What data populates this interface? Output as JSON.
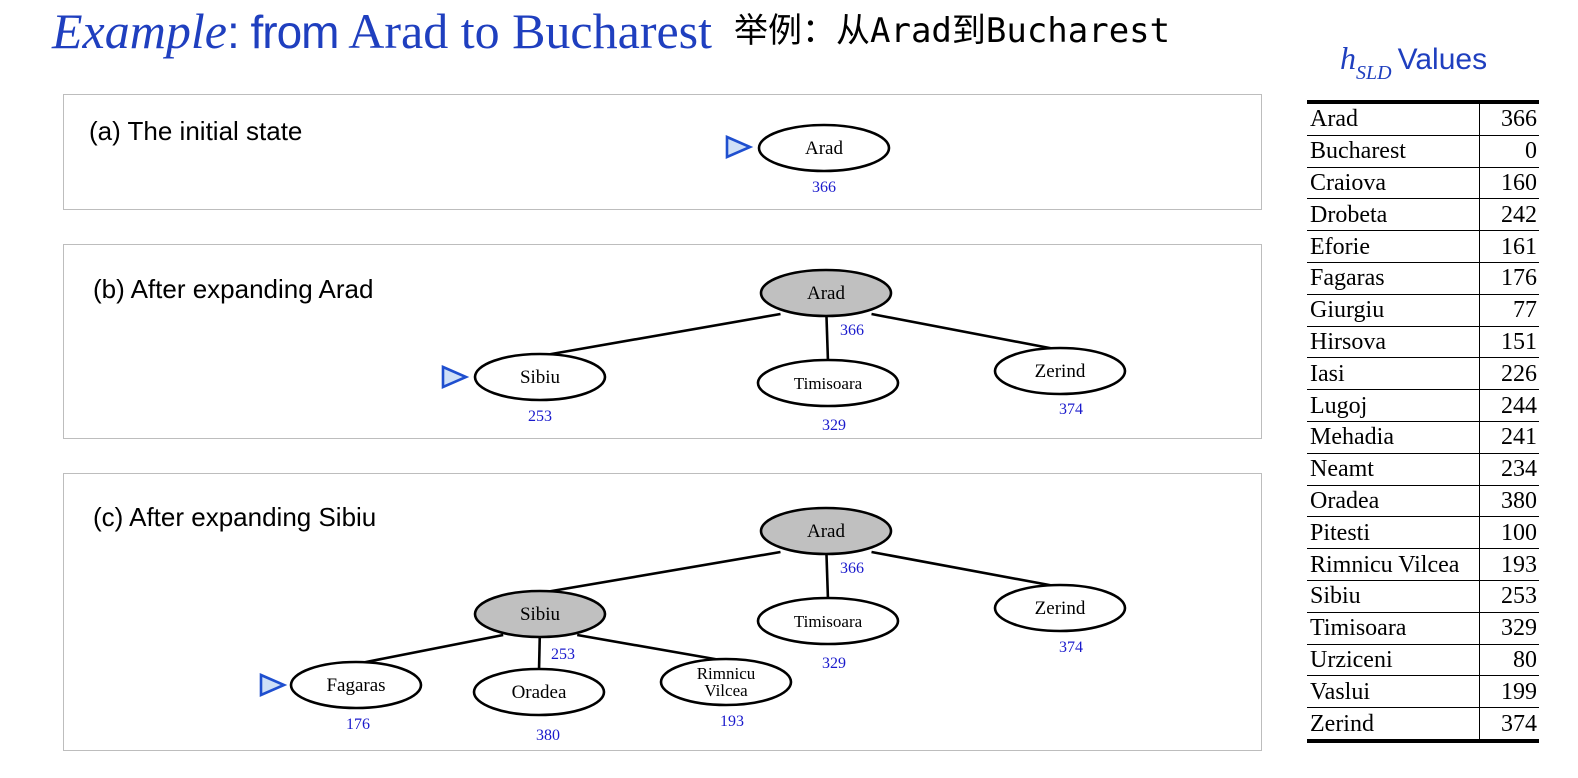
{
  "title": {
    "italic": "Example",
    "mid": ": from",
    "serif": " Arad to Bucharest",
    "cn": "举例：从Arad到Bucharest"
  },
  "panels": [
    {
      "label": "(a) The initial state"
    },
    {
      "label": "(b) After expanding Arad"
    },
    {
      "label": "(c) After expanding Sibiu"
    }
  ],
  "trees": {
    "a": {
      "nodes": [
        {
          "id": "arad",
          "name": "Arad",
          "h": "366",
          "expanded": false,
          "current": true
        }
      ],
      "edges": []
    },
    "b": {
      "nodes": [
        {
          "id": "arad",
          "name": "Arad",
          "h": "366",
          "expanded": true,
          "current": false
        },
        {
          "id": "sibiu",
          "name": "Sibiu",
          "h": "253",
          "expanded": false,
          "current": true
        },
        {
          "id": "timisoara",
          "name": "Timisoara",
          "h": "329",
          "expanded": false,
          "current": false
        },
        {
          "id": "zerind",
          "name": "Zerind",
          "h": "374",
          "expanded": false,
          "current": false
        }
      ],
      "edges": [
        [
          "arad",
          "sibiu"
        ],
        [
          "arad",
          "timisoara"
        ],
        [
          "arad",
          "zerind"
        ]
      ]
    },
    "c": {
      "nodes": [
        {
          "id": "arad",
          "name": "Arad",
          "h": "366",
          "expanded": true,
          "current": false
        },
        {
          "id": "sibiu",
          "name": "Sibiu",
          "h": "253",
          "expanded": true,
          "current": false
        },
        {
          "id": "timisoara",
          "name": "Timisoara",
          "h": "329",
          "expanded": false,
          "current": false
        },
        {
          "id": "zerind",
          "name": "Zerind",
          "h": "374",
          "expanded": false,
          "current": false
        },
        {
          "id": "fagaras",
          "name": "Fagaras",
          "h": "176",
          "expanded": false,
          "current": true
        },
        {
          "id": "oradea",
          "name": "Oradea",
          "h": "380",
          "expanded": false,
          "current": false
        },
        {
          "id": "rimnicu",
          "name": "Rimnicu Vilcea",
          "h": "193",
          "expanded": false,
          "current": false
        }
      ],
      "edges": [
        [
          "arad",
          "sibiu"
        ],
        [
          "arad",
          "timisoara"
        ],
        [
          "arad",
          "zerind"
        ],
        [
          "sibiu",
          "fagaras"
        ],
        [
          "sibiu",
          "oradea"
        ],
        [
          "sibiu",
          "rimnicu"
        ]
      ]
    }
  },
  "hsld": {
    "h": "h",
    "sub": "SLD",
    "label": "Values",
    "rows": [
      {
        "city": "Arad",
        "value": "366"
      },
      {
        "city": "Bucharest",
        "value": "0"
      },
      {
        "city": "Craiova",
        "value": "160"
      },
      {
        "city": "Drobeta",
        "value": "242"
      },
      {
        "city": "Eforie",
        "value": "161"
      },
      {
        "city": "Fagaras",
        "value": "176"
      },
      {
        "city": "Giurgiu",
        "value": "77"
      },
      {
        "city": "Hirsova",
        "value": "151"
      },
      {
        "city": "Iasi",
        "value": "226"
      },
      {
        "city": "Lugoj",
        "value": "244"
      },
      {
        "city": "Mehadia",
        "value": "241"
      },
      {
        "city": "Neamt",
        "value": "234"
      },
      {
        "city": "Oradea",
        "value": "380"
      },
      {
        "city": "Pitesti",
        "value": "100"
      },
      {
        "city": "Rimnicu Vilcea",
        "value": "193"
      },
      {
        "city": "Sibiu",
        "value": "253"
      },
      {
        "city": "Timisoara",
        "value": "329"
      },
      {
        "city": "Urziceni",
        "value": "80"
      },
      {
        "city": "Vaslui",
        "value": "199"
      },
      {
        "city": "Zerind",
        "value": "374"
      }
    ]
  },
  "colors": {
    "title": "#1f3fbf",
    "hvalue": "#1a1acc",
    "expanded_fill": "#c0c0c0",
    "marker_fill": "#cfe0f7",
    "marker_stroke": "#1f4fcf"
  }
}
